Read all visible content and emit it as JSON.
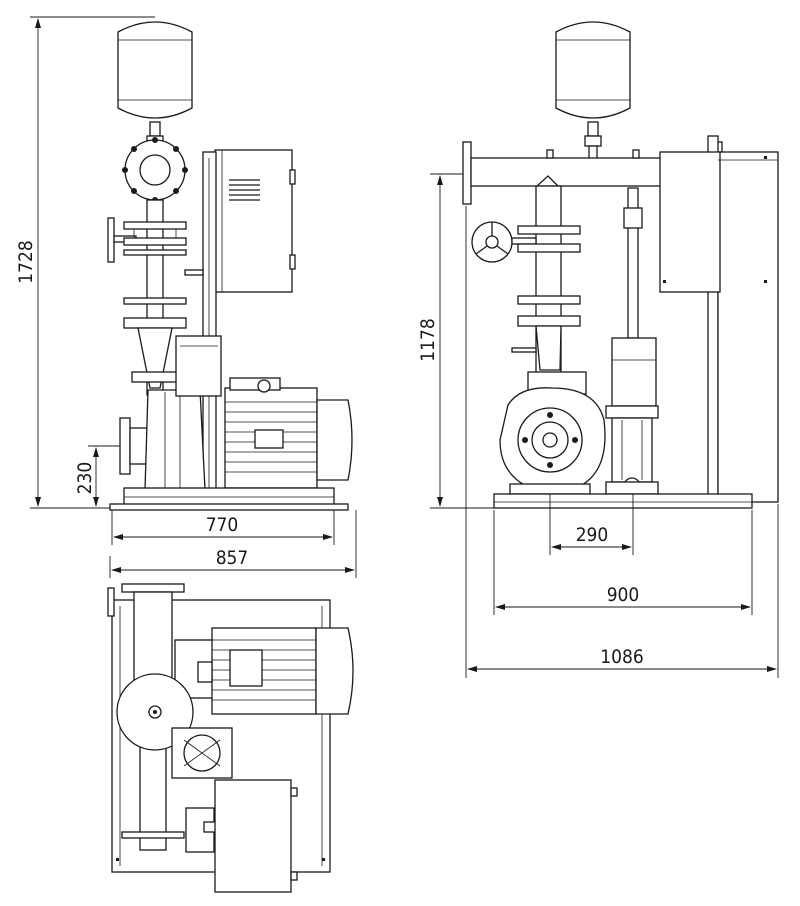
{
  "drawing": {
    "views": [
      "side-view",
      "front-view",
      "top-view"
    ],
    "dimensions": {
      "overall_height": "1728",
      "inlet_height": "230",
      "base_depth": "770",
      "overall_depth": "857",
      "pump_height": "1178",
      "pump_spacing": "290",
      "base_width": "900",
      "overall_width": "1086"
    }
  }
}
